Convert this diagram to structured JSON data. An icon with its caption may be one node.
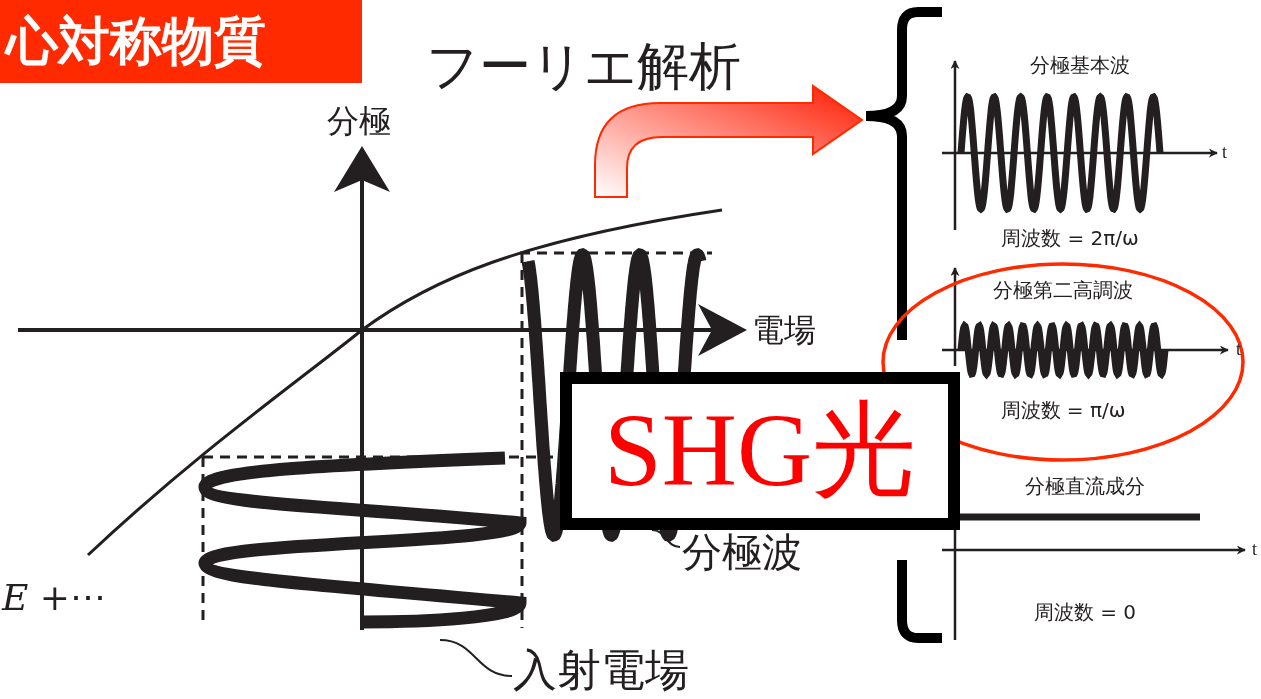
{
  "diagram": {
    "title": "心対称物質",
    "nodes": [
      {
        "text": [
          "SHG光"
        ]
      },
      {
        "text": [
          "入射電場"
        ]
      },
      {
        "text": [],
        "shape": "wave"
      },
      {
        "text": [
          "分極波"
        ]
      },
      {
        "text": [],
        "shape": "wave"
      },
      {
        "text": [
          "分極第二高調波",
          "周波数 = π/ω"
        ]
      }
    ],
    "edges": [
      {
        "from": 1,
        "to": 2,
        "arrow": "none"
      },
      {
        "from": 3,
        "to": 4,
        "arrow": "none"
      }
    ],
    "labels": [
      "フーリエ解析",
      "分極",
      "電場",
      "*E* +⋯",
      "分極基本波",
      "t",
      "周波数 = 2π/ω",
      "t",
      "分極直流成分",
      "t",
      "周波数 = 0"
    ]
  }
}
